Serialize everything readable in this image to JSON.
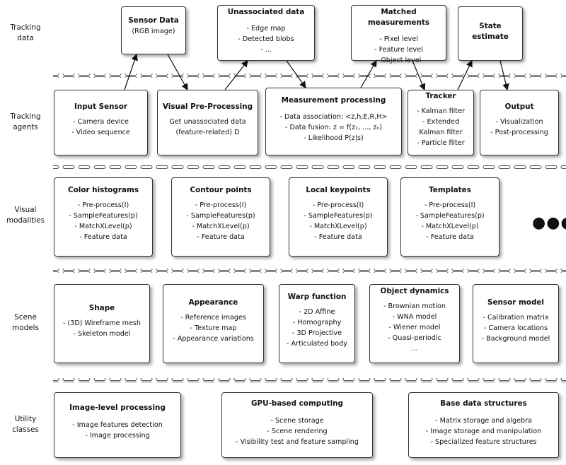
{
  "rows": [
    {
      "id": "tracking-data",
      "label_lines": [
        "Tracking",
        "data"
      ]
    },
    {
      "id": "tracking-agents",
      "label_lines": [
        "Tracking",
        "agents"
      ]
    },
    {
      "id": "visual-modalities",
      "label_lines": [
        "Visual",
        "modalities"
      ]
    },
    {
      "id": "scene-models",
      "label_lines": [
        "Scene",
        "models"
      ]
    },
    {
      "id": "utility-classes",
      "label_lines": [
        "Utility",
        "classes"
      ]
    }
  ],
  "tracking_data": [
    {
      "title": "Sensor Data",
      "lines": [
        "",
        "(RGB image)"
      ]
    },
    {
      "title": "Unassociated data",
      "lines": [
        "- Edge map",
        "- Detected blobs",
        "- ..."
      ]
    },
    {
      "title": "Matched measurements",
      "lines": [
        "- Pixel level",
        "- Feature level",
        "- Object level"
      ]
    },
    {
      "title": "State",
      "title2": "estimate",
      "lines": []
    }
  ],
  "tracking_agents": [
    {
      "title": "Input Sensor",
      "lines": [
        "",
        "- Camera device",
        "- Video sequence"
      ]
    },
    {
      "title": "Visual Pre-Processing",
      "lines": [
        "",
        "Get unassociated data",
        "(feature-related) D"
      ]
    },
    {
      "title": "Measurement processing",
      "lines": [
        "",
        "- Data association: <z,h,E,R,H>",
        "- Data fusion: z = f(z₁, ..., zₙ)",
        "- Likelihood P(z|s)"
      ]
    },
    {
      "title": "Tracker",
      "lines": [
        "",
        "- Kalman filter",
        "- Extended",
        "Kalman filter",
        "- Particle filter"
      ]
    },
    {
      "title": "Output",
      "lines": [
        "",
        "- Visualization",
        "- Post-processing"
      ]
    }
  ],
  "visual_modalities": [
    {
      "title": "Color histograms",
      "lines": [
        "",
        "- Pre-process(I)",
        "- SampleFeatures(p)",
        "- MatchXLevel(p)",
        "- Feature data"
      ]
    },
    {
      "title": "Contour points",
      "lines": [
        "",
        "- Pre-process(I)",
        "- SampleFeatures(p)",
        "- MatchXLevel(p)",
        "- Feature data"
      ]
    },
    {
      "title": "Local keypoints",
      "lines": [
        "",
        "- Pre-process(I)",
        "- SampleFeatures(p)",
        "- MatchXLevel(p)",
        "- Feature data"
      ]
    },
    {
      "title": "Templates",
      "lines": [
        "",
        "- Pre-process(I)",
        "- SampleFeatures(p)",
        "- MatchXLevel(p)",
        "- Feature data"
      ]
    }
  ],
  "more_indicator": "●●●",
  "scene_models": [
    {
      "title": "Shape",
      "lines": [
        "",
        "- (3D) Wireframe mesh",
        "- Skeleton model"
      ]
    },
    {
      "title": "Appearance",
      "lines": [
        "",
        "- Reference images",
        "- Texture map",
        "- Appearance variations"
      ]
    },
    {
      "title": "Warp function",
      "lines": [
        "",
        "- 2D Affine",
        "- Homography",
        "- 3D Projective",
        "- Articulated body"
      ]
    },
    {
      "title": "Object dynamics",
      "lines": [
        "",
        "- Brownian motion",
        "- WNA model",
        "- Wiener model",
        "- Quasi-periodic",
        "..."
      ]
    },
    {
      "title": "Sensor model",
      "lines": [
        "",
        "- Calibration matrix",
        "- Camera locations",
        "- Background model"
      ]
    }
  ],
  "utility_classes": [
    {
      "title": "Image-level processing",
      "lines": [
        "",
        "- Image features detection",
        "- Image processing"
      ]
    },
    {
      "title": "GPU-based computing",
      "lines": [
        "",
        "- Scene storage",
        "- Scene rendering",
        "- Visibility test and feature sampling"
      ]
    },
    {
      "title": "Base data structures",
      "lines": [
        "",
        "- Matrix storage and algebra",
        "- Image storage and manipulation",
        "- Specialized feature structures"
      ]
    }
  ]
}
